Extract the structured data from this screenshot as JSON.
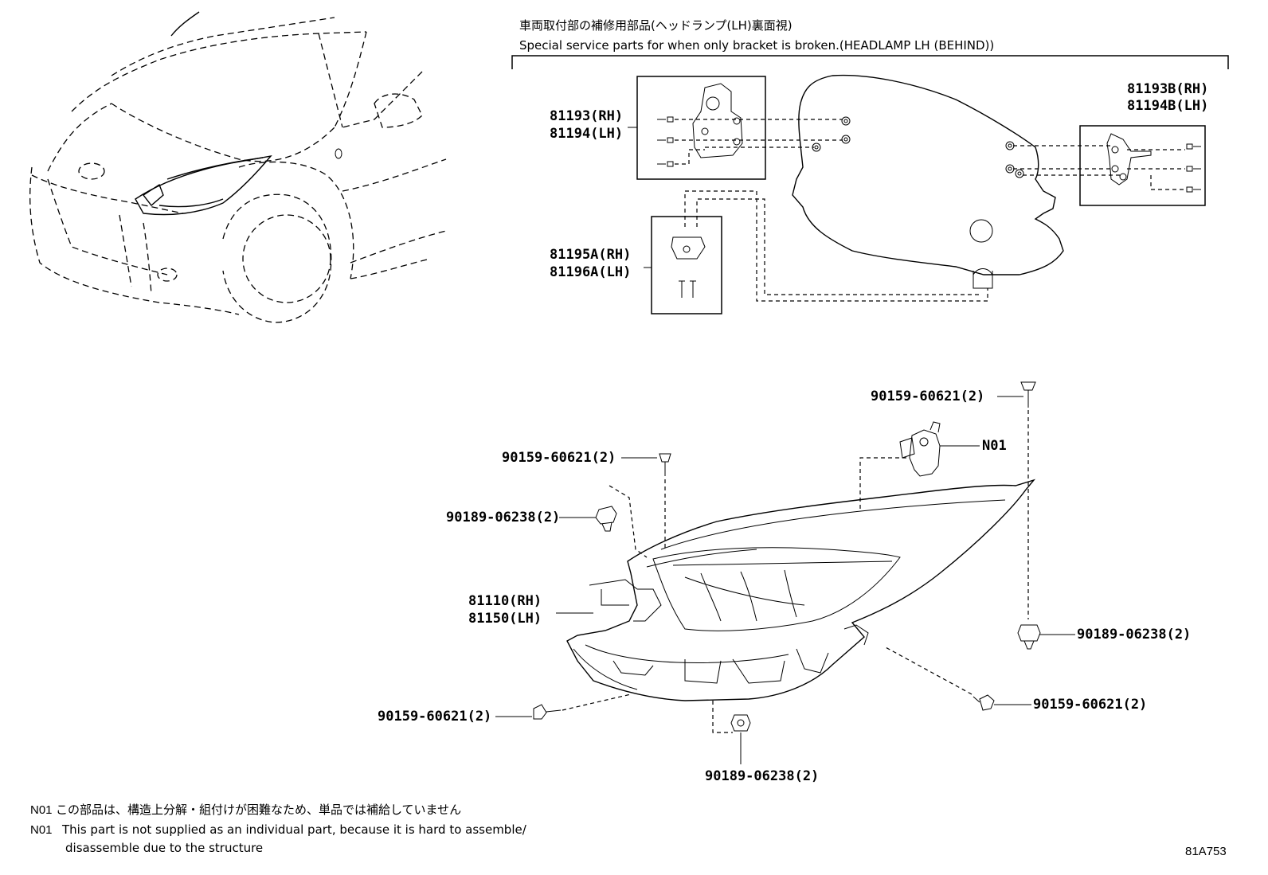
{
  "header": {
    "title_jp": "車両取付部の補修用部品(ヘッドランプ(LH)裏面視)",
    "title_en": "Special service parts for when only bracket is broken.(HEADLAMP LH (BEHIND))"
  },
  "parts": {
    "bracket_upper_a": {
      "rh": "81193(RH)",
      "lh": "81194(LH)"
    },
    "bracket_lower": {
      "rh": "81195A(RH)",
      "lh": "81196A(LH)"
    },
    "bracket_upper_b": {
      "rh": "81193B(RH)",
      "lh": "81194B(LH)"
    },
    "headlamp": {
      "rh": "81110(RH)",
      "lh": "81150(LH)"
    },
    "screw_top_right": "90159-60621(2)",
    "screw_top_left": "90159-60621(2)",
    "nut_left": "90189-06238(2)",
    "nut_right": "90189-06238(2)",
    "screw_bottom_left": "90159-60621(2)",
    "screw_bottom_right": "90159-60621(2)",
    "nut_bottom": "90189-06238(2)",
    "n01_label": "N01"
  },
  "notes": {
    "n01_code_1": "N01",
    "n01_jp": "この部品は、構造上分解・組付けが困難なため、単品では補給していません",
    "n01_code_2": "N01",
    "n01_en_1": "This part is not supplied as an individual part, because it is hard to assemble/",
    "n01_en_2": "disassemble due to the structure"
  },
  "diagram_code": "81A753"
}
